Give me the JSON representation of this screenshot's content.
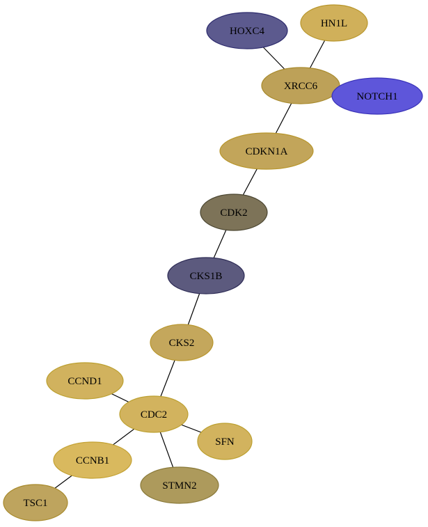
{
  "nodes": [
    {
      "id": "HOXC4",
      "label": "HOXC4",
      "fill": "#5c5a8e",
      "stroke": "#2d2b6d"
    },
    {
      "id": "HN1L",
      "label": "HN1L",
      "fill": "#d0b05a",
      "stroke": "#b8962c"
    },
    {
      "id": "XRCC6",
      "label": "XRCC6",
      "fill": "#bda158",
      "stroke": "#a88a2c"
    },
    {
      "id": "NOTCH1",
      "label": "NOTCH1",
      "fill": "#5e56da",
      "stroke": "#3a33b8"
    },
    {
      "id": "CDKN1A",
      "label": "CDKN1A",
      "fill": "#c2a55a",
      "stroke": "#b8962c"
    },
    {
      "id": "CDK2",
      "label": "CDK2",
      "fill": "#7d7358",
      "stroke": "#4a4530"
    },
    {
      "id": "CKS1B",
      "label": "CKS1B",
      "fill": "#5c5a7e",
      "stroke": "#2e2c56"
    },
    {
      "id": "CKS2",
      "label": "CKS2",
      "fill": "#c4a75c",
      "stroke": "#b8962c"
    },
    {
      "id": "CCND1",
      "label": "CCND1",
      "fill": "#d1b25e",
      "stroke": "#bca030"
    },
    {
      "id": "CDC2",
      "label": "CDC2",
      "fill": "#d2b35e",
      "stroke": "#bca030"
    },
    {
      "id": "SFN",
      "label": "SFN",
      "fill": "#d2b35e",
      "stroke": "#bca030"
    },
    {
      "id": "CCNB1",
      "label": "CCNB1",
      "fill": "#d9b95e",
      "stroke": "#c4a234"
    },
    {
      "id": "STMN2",
      "label": "STMN2",
      "fill": "#ad9a5c",
      "stroke": "#8a7a3a"
    },
    {
      "id": "TSC1",
      "label": "TSC1",
      "fill": "#bea45e",
      "stroke": "#a88a2c"
    }
  ],
  "edges": [
    [
      "HOXC4",
      "XRCC6"
    ],
    [
      "HN1L",
      "XRCC6"
    ],
    [
      "XRCC6",
      "CDKN1A"
    ],
    [
      "CDKN1A",
      "CDK2"
    ],
    [
      "CDK2",
      "CKS1B"
    ],
    [
      "CKS1B",
      "CKS2"
    ],
    [
      "CKS2",
      "CDC2"
    ],
    [
      "CCND1",
      "CDC2"
    ],
    [
      "CDC2",
      "SFN"
    ],
    [
      "CDC2",
      "CCNB1"
    ],
    [
      "CDC2",
      "STMN2"
    ],
    [
      "CCNB1",
      "TSC1"
    ]
  ]
}
